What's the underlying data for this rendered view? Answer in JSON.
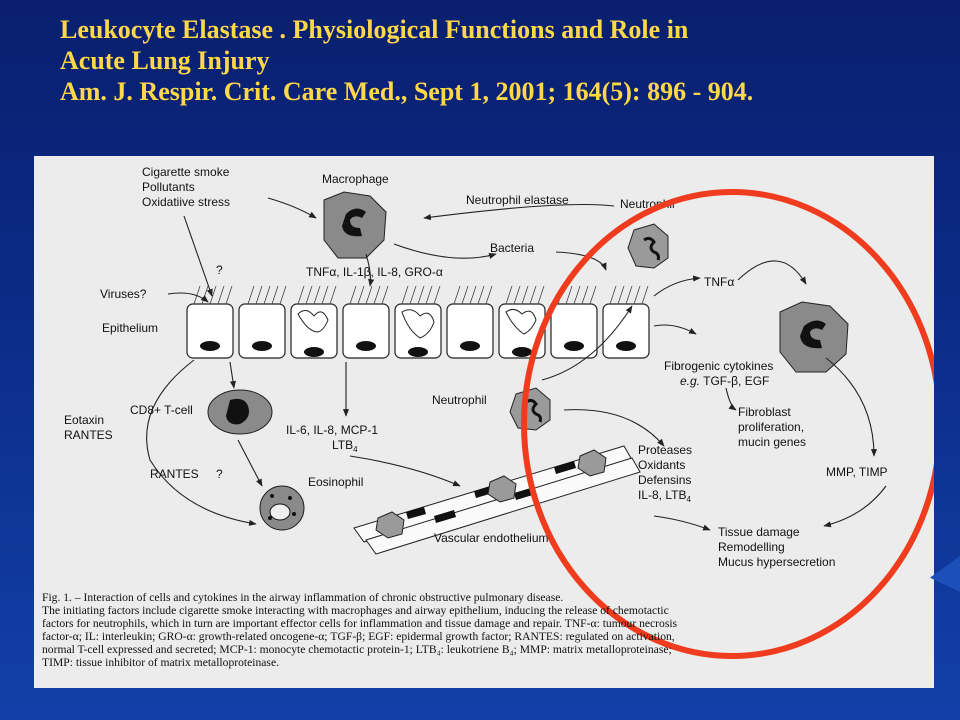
{
  "title": {
    "line1": "Leukocyte Elastase . Physiological Functions and Role in",
    "line2": "Acute Lung Injury",
    "line3": "Am. J. Respir. Crit. Care Med., Sept 1, 2001; 164(5): 896 - 904."
  },
  "diagram": {
    "labels": {
      "smoke": "Cigarette smoke",
      "pollutants": "Pollutants",
      "oxidative": "Oxidatiive stress",
      "macrophage": "Macrophage",
      "neutrophil_elastase": "Neutrophil elastase",
      "neutrophil_top": "Neutrophil",
      "bacteria": "Bacteria",
      "cytokines_top_pre": "TNF",
      "cytokines_top_post": ", IL-1",
      "cytokines_top_post2": ", IL-8, GRO-",
      "alpha": "α",
      "beta": "β",
      "q1": "?",
      "viruses": "Viruses?",
      "epithelium": "Epithelium",
      "tnf_right": "TNF",
      "fibrogenic": "Fibrogenic cytokines",
      "eg_prefix": "e.g.",
      "tgf": " TGF-",
      "egf_suffix": ", EGF",
      "fibroblast1": "Fibroblast",
      "fibroblast2": "proliferation,",
      "fibroblast3": "mucin genes",
      "neutrophil_mid": "Neutrophil",
      "cd8": "CD8+ T-cell",
      "eotaxin": "Eotaxin",
      "rantes1": "RANTES",
      "il6": "IL-6, IL-8, MCP-1",
      "ltb": "LTB",
      "sub4": "4",
      "proteases": "Proteases",
      "oxidants": "Oxidants",
      "defensins": "Defensins",
      "il8ltb": "IL-8, LTB",
      "rantes2": "RANTES",
      "q2": "?",
      "eosinophil": "Eosinophil",
      "mmp": "MMP, TIMP",
      "vascular": "Vascular endothelium",
      "tissue1": "Tissue damage",
      "tissue2": "Remodelling",
      "tissue3": "Mucus hypersecretion"
    }
  },
  "caption": {
    "line1": "Fig. 1. – Interaction of cells and cytokines in the airway inflammation of chronic obstructive pulmonary disease.",
    "line2": "The initiating factors include cigarette smoke interacting with macrophages and airway epithelium, inducing the release of chemotactic",
    "line3": "factors for neutrophils, which in turn are important effector cells for inflammation and tissue damage and repair. TNF-α: tumour necrosis",
    "line4": "factor-α; IL: interleukin; GRO-α: growth-related oncogene-α; TGF-β; EGF: epidermal growth factor; RANTES: regulated on activation,",
    "line5": "normal T-cell expressed and secreted; MCP-1: monocyte chemotactic protein-1; LTB₄: leukotriene B₄; MMP: matrix metalloproteinase;",
    "line6": "TIMP: tissue inhibitor of matrix metalloproteinase."
  },
  "colors": {
    "background": "#0b2a86",
    "title": "#ffd84a",
    "highlight_circle": "#f03c1e",
    "panel": "#ececec"
  }
}
